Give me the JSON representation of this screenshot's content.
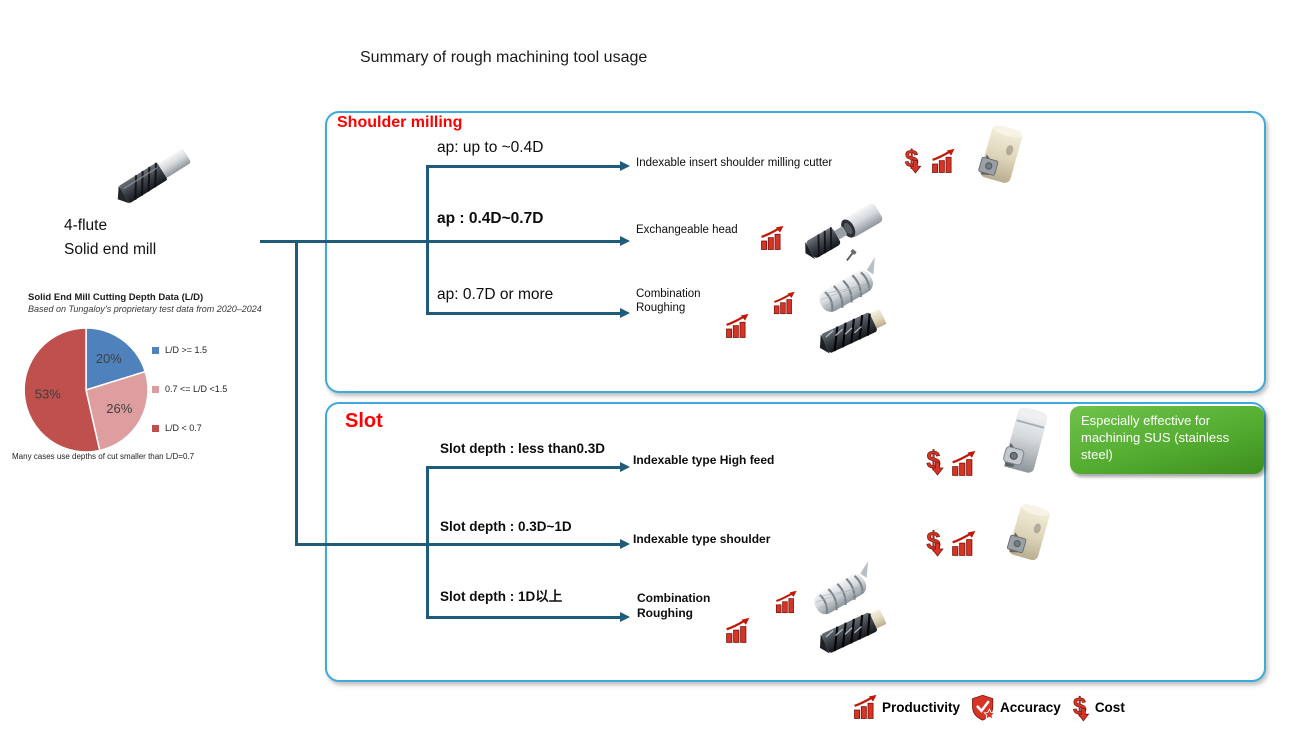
{
  "header": {
    "title": "Summary of rough machining tool usage"
  },
  "left_tool": {
    "label": "4-flute\nSolid end mill"
  },
  "pie_panel": {
    "title": "Solid End Mill Cutting Depth Data (L/D)",
    "subtitle": "Based on Tungaloy’s proprietary test data from 2020–2024",
    "caption": "Many cases use depths of cut smaller than L/D=0.7"
  },
  "chart_data": {
    "type": "pie",
    "title": "Solid End Mill Cutting Depth Data (L/D)",
    "subtitle": "Based on Tungaloy’s proprietary test data from 2020–2024",
    "labels": [
      "L/D >= 1.5",
      "0.7 <= L/D <1.5",
      "L/D < 0.7"
    ],
    "values": [
      20,
      26,
      53
    ],
    "value_labels": [
      "20%",
      "26%",
      "53%"
    ],
    "colors": [
      "#4f81bd",
      "#de9d9e",
      "#c0504d"
    ],
    "start_angle_deg": -90,
    "direction": "clockwise",
    "legend_position": "right",
    "note": "Many cases use depths of cut smaller than L/D=0.7"
  },
  "shoulder": {
    "title": "Shoulder milling",
    "rows": [
      {
        "condition": "ap: up to ~0.4D",
        "result": "Indexable insert shoulder milling cutter",
        "icons": [
          "cost-icon",
          "productivity-icon"
        ],
        "tool_image": "indexable-insert-shoulder-milling-cutter"
      },
      {
        "condition": "ap : 0.4D~0.7D",
        "result": "Exchangeable head",
        "icons": [
          "productivity-icon"
        ],
        "tool_image": "exchangeable-head-end-mill"
      },
      {
        "condition": "ap: 0.7D or more",
        "result": "Combination\nRoughing",
        "icons": [
          "productivity-icon",
          "productivity-icon"
        ],
        "tool_image": "roughing-end-mills"
      }
    ]
  },
  "slot": {
    "title": "Slot",
    "rows": [
      {
        "condition": "Slot depth : less than0.3D",
        "result": "Indexable type High feed",
        "icons": [
          "cost-icon",
          "productivity-icon"
        ],
        "tool_image": "indexable-high-feed-cutter"
      },
      {
        "condition": "Slot depth : 0.3D~1D",
        "result": "Indexable type shoulder",
        "icons": [
          "cost-icon",
          "productivity-icon"
        ],
        "tool_image": "indexable-shoulder-cutter"
      },
      {
        "condition": "Slot depth : 1D以上",
        "result": "Combination\nRoughing",
        "icons": [
          "productivity-icon",
          "productivity-icon"
        ],
        "tool_image": "roughing-end-mills"
      }
    ]
  },
  "callout": {
    "text": "Especially effective for machining SUS (stainless steel)"
  },
  "legend": {
    "items": [
      {
        "icon": "productivity-icon",
        "label": "Productivity"
      },
      {
        "icon": "accuracy-icon",
        "label": "Accuracy"
      },
      {
        "icon": "cost-icon",
        "label": "Cost"
      }
    ]
  },
  "colors": {
    "box_border": "#3fa9dc",
    "connector": "#1e5c79",
    "heading_red": "#ff0000",
    "icon_red": "#d63426",
    "callout_green": "#54ad31"
  }
}
